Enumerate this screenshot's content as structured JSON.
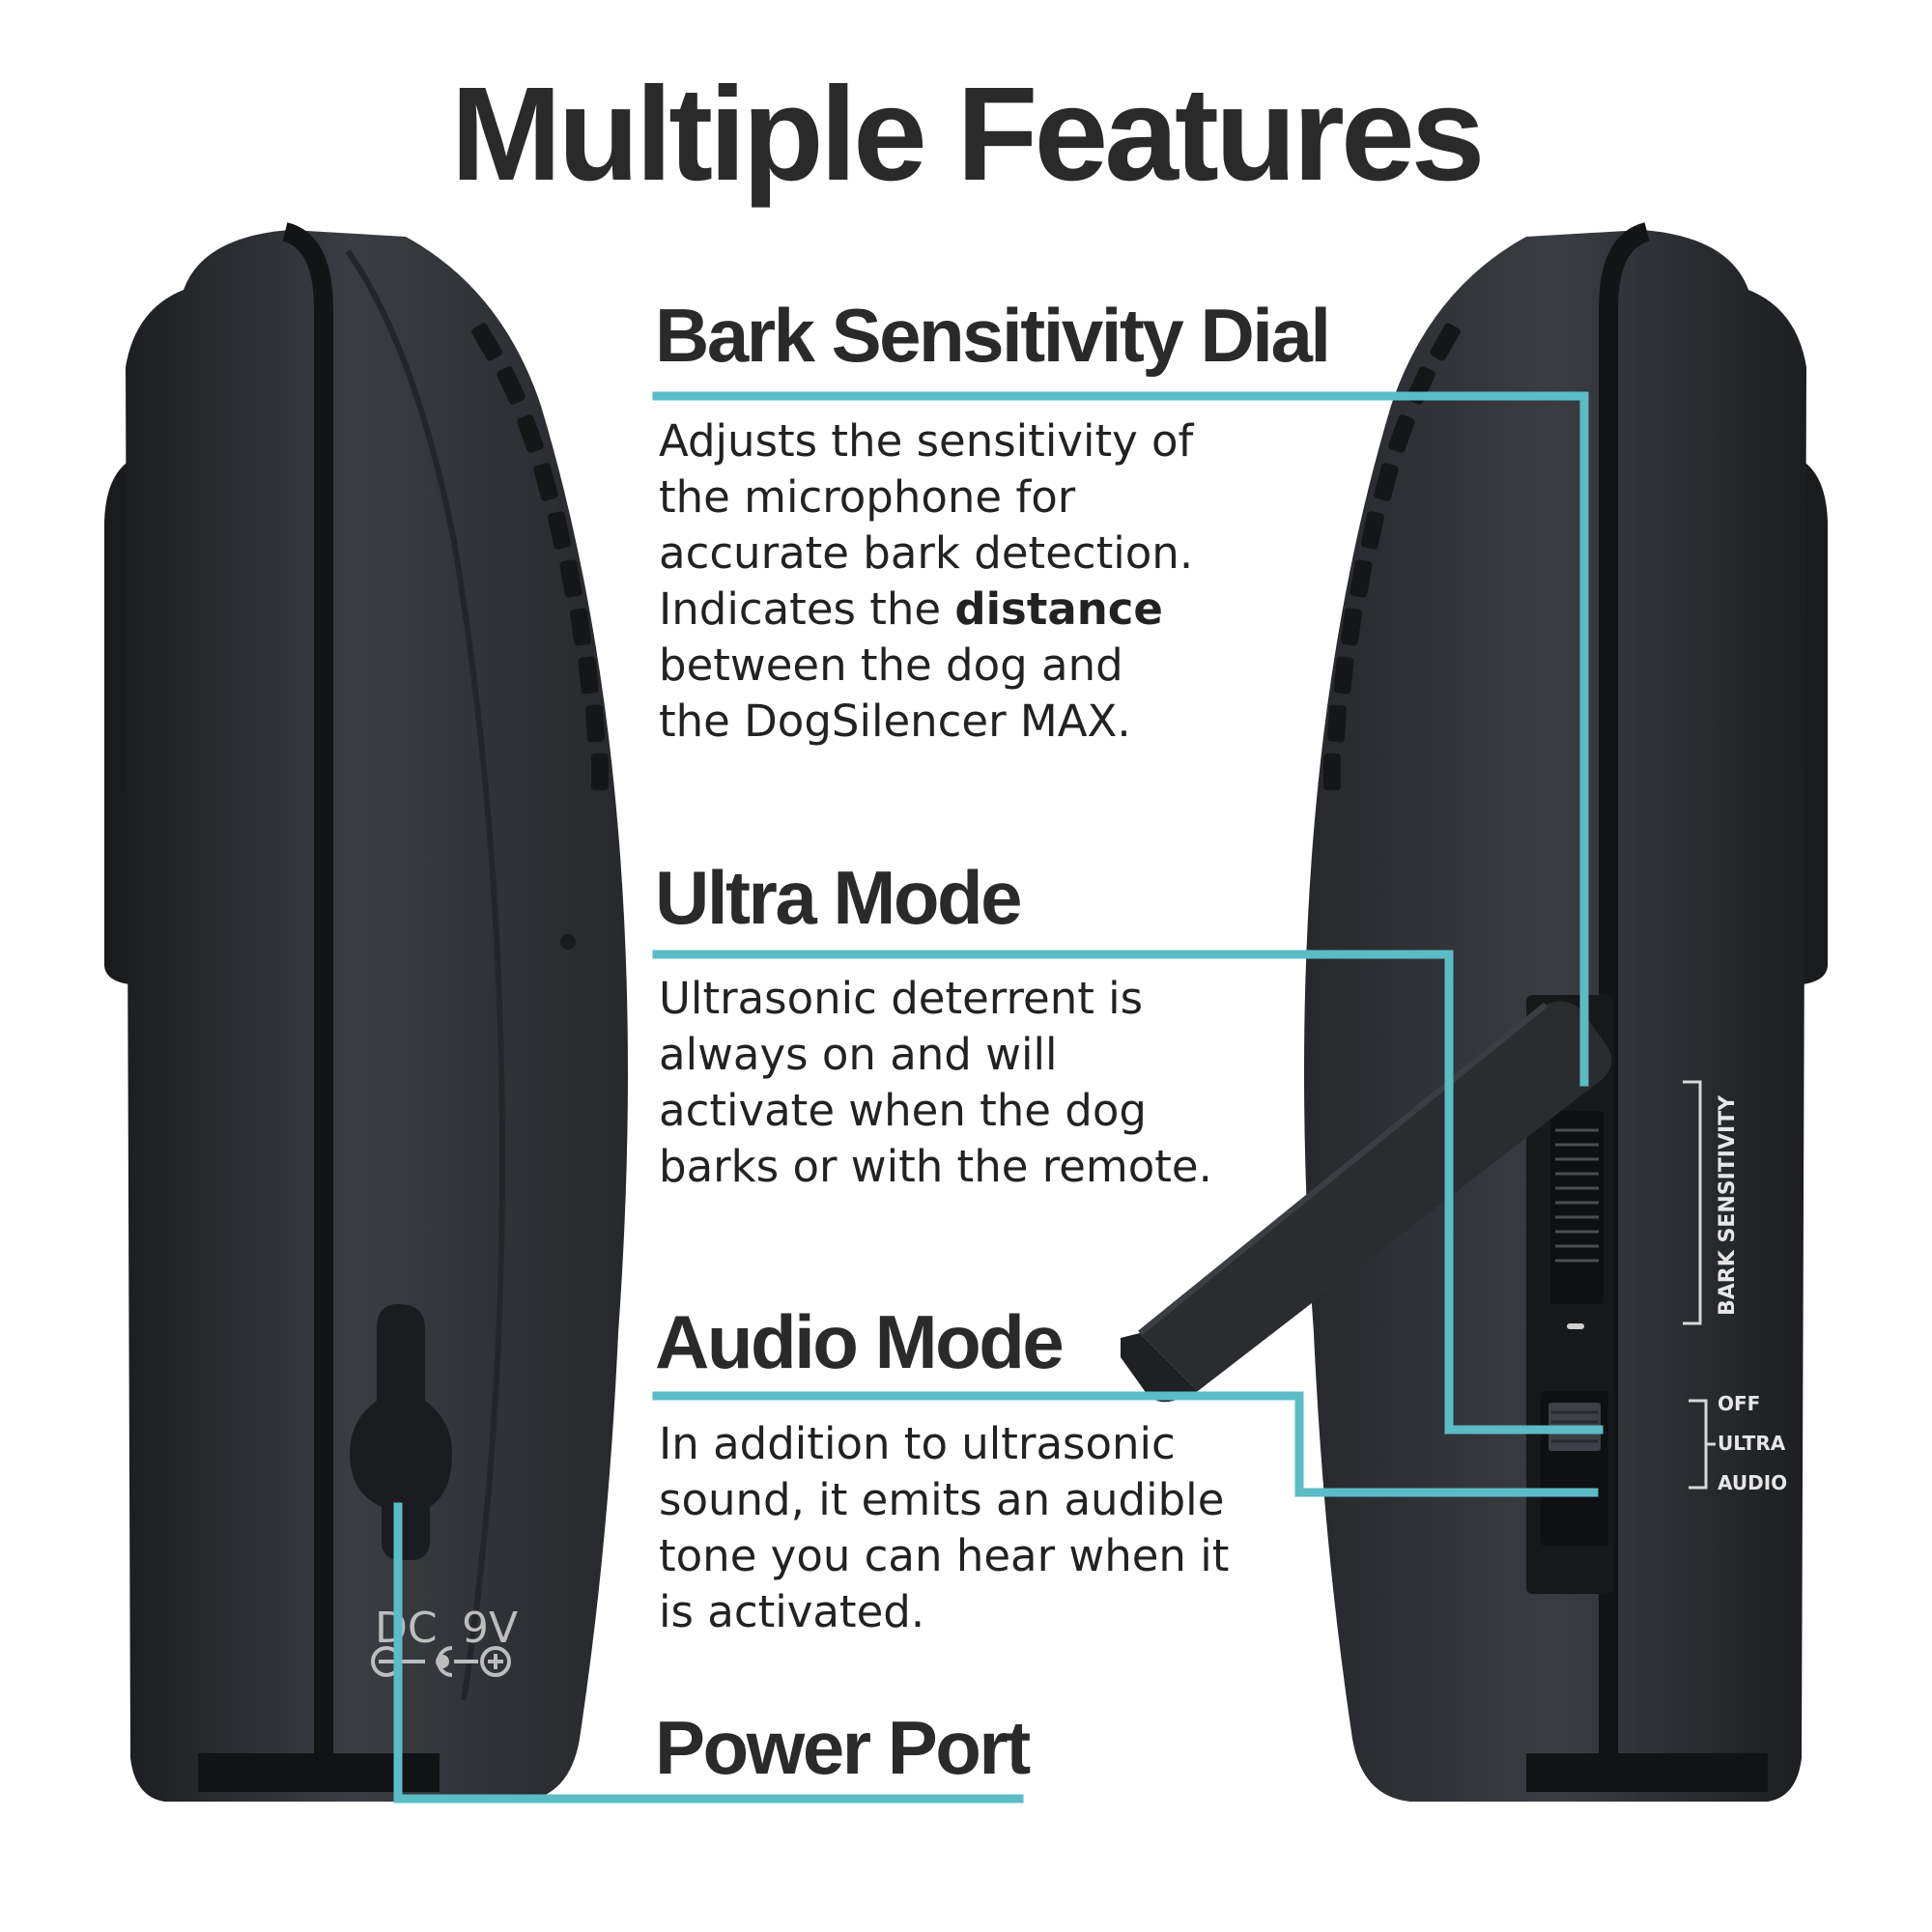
{
  "title": "Multiple Features",
  "accent_color": "#5bbcc6",
  "device_color": "#2e3135",
  "features": {
    "bark": {
      "heading": "Bark Sensitivity Dial",
      "lines": [
        "Adjusts the sensitivity of",
        "the microphone for",
        "accurate bark detection."
      ],
      "line4_prefix": "Indicates the ",
      "line4_bold": "distance",
      "lines_after": [
        "between the dog and",
        "the DogSilencer MAX."
      ]
    },
    "ultra": {
      "heading": "Ultra Mode",
      "lines": [
        "Ultrasonic deterrent is",
        "always on and will",
        "activate when the dog",
        "barks or with the remote."
      ]
    },
    "audio": {
      "heading": "Audio Mode",
      "lines": [
        "In addition to ultrasonic",
        "sound, it emits an audible",
        "tone you can hear when it",
        "is activated."
      ]
    },
    "power": {
      "heading": "Power Port"
    }
  },
  "device_labels": {
    "dc": "DC",
    "voltage": "9V",
    "bark_sensitivity": "BARK SENSITIVITY",
    "off": "OFF",
    "ultra": "ULTRA",
    "audio": "AUDIO"
  }
}
